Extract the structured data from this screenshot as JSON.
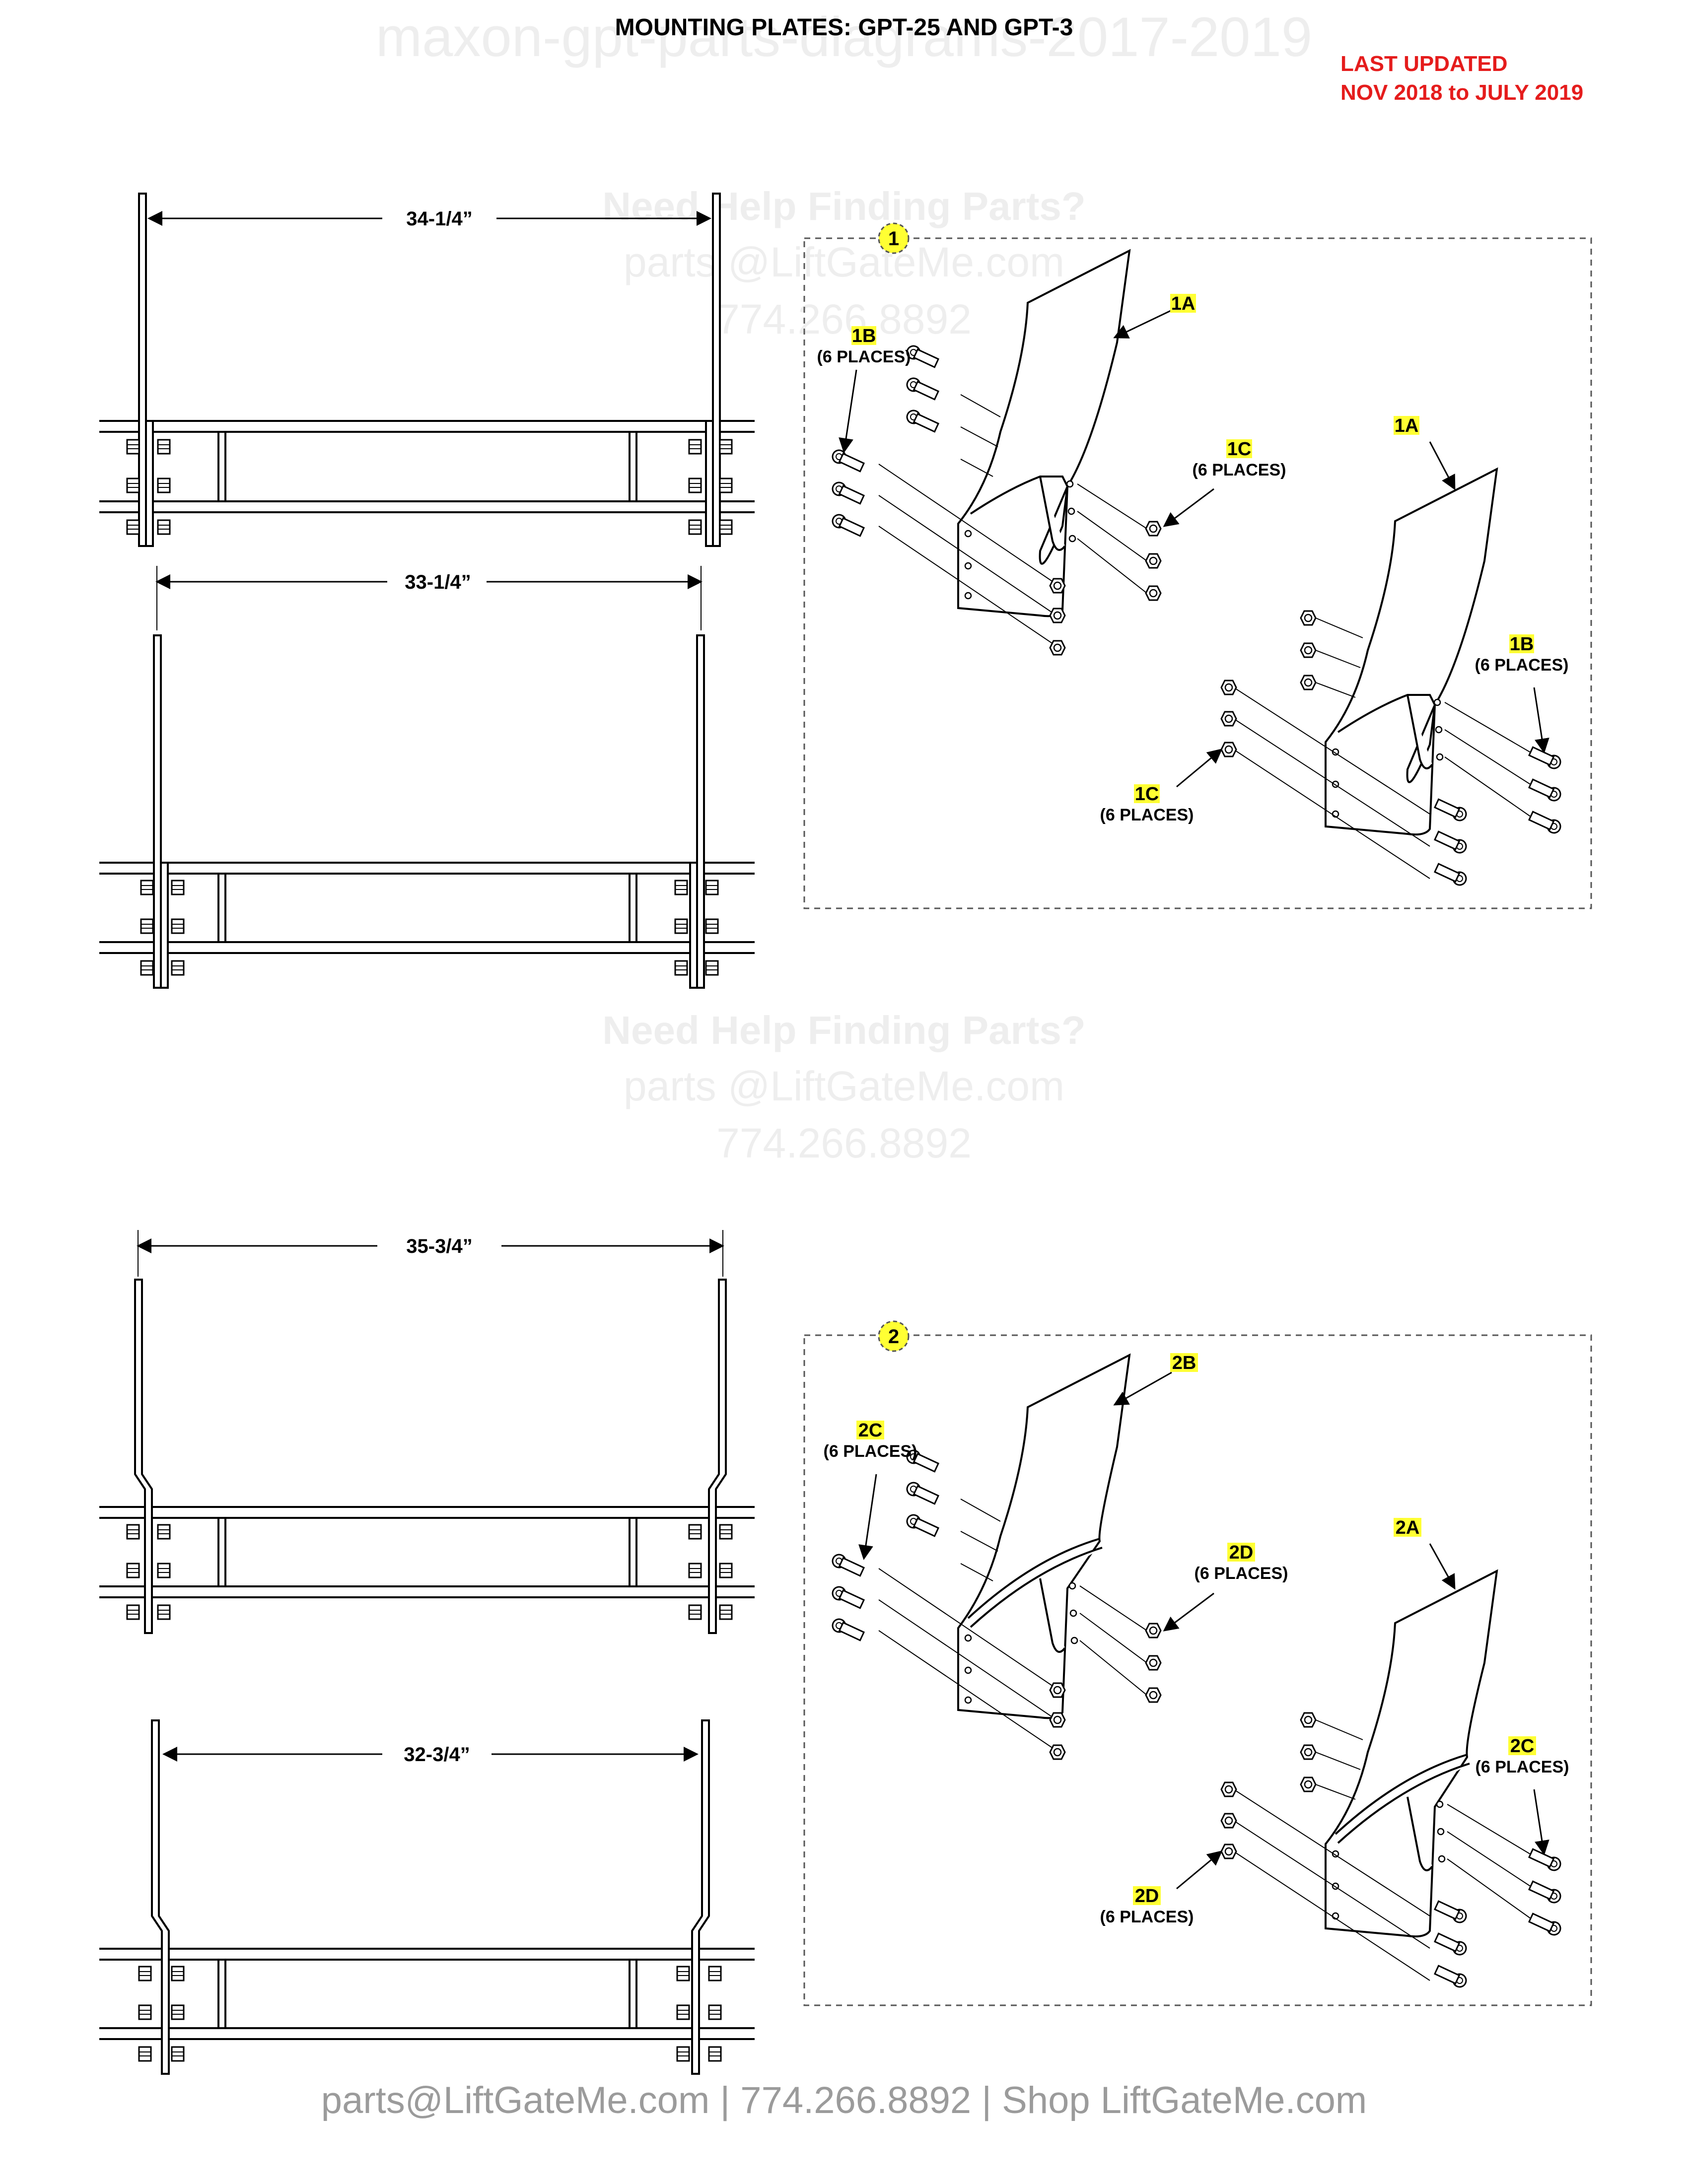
{
  "watermark_title": "maxon-gpt-parts-diagrams-2017-2019",
  "title": "MOUNTING PLATES: GPT-25 AND GPT-3",
  "last_updated": {
    "line1": "LAST UPDATED",
    "line2": "NOV 2018 to JULY 2019"
  },
  "watermark": {
    "help": "Need Help Finding Parts?",
    "email": "parts @LiftGateMe.com",
    "phone": "774.266.8892"
  },
  "dimensions": {
    "top_outer": "34-1/4”",
    "top_inner": "33-1/4”",
    "bottom_outer": "35-3/4”",
    "bottom_inner": "32-3/4”"
  },
  "callouts": {
    "group1": "1",
    "group2": "2",
    "c1A_left": "1A",
    "c1A_right": "1A",
    "c1B_left": "1B",
    "c1B_right": "1B",
    "c1C_top": "1C",
    "c1C_bottom": "1C",
    "c2B": "2B",
    "c2A": "2A",
    "c2C_left": "2C",
    "c2C_right": "2C",
    "c2D_top": "2D",
    "c2D_bottom": "2D",
    "six_places": "(6 PLACES)"
  },
  "footer": "parts@LiftGateMe.com | 774.266.8892 | Shop LiftGateMe.com",
  "colors": {
    "highlight": "#ffff33",
    "red": "#e51c1c",
    "watermark": "#eeeeee",
    "footer": "#9b9b9b"
  }
}
